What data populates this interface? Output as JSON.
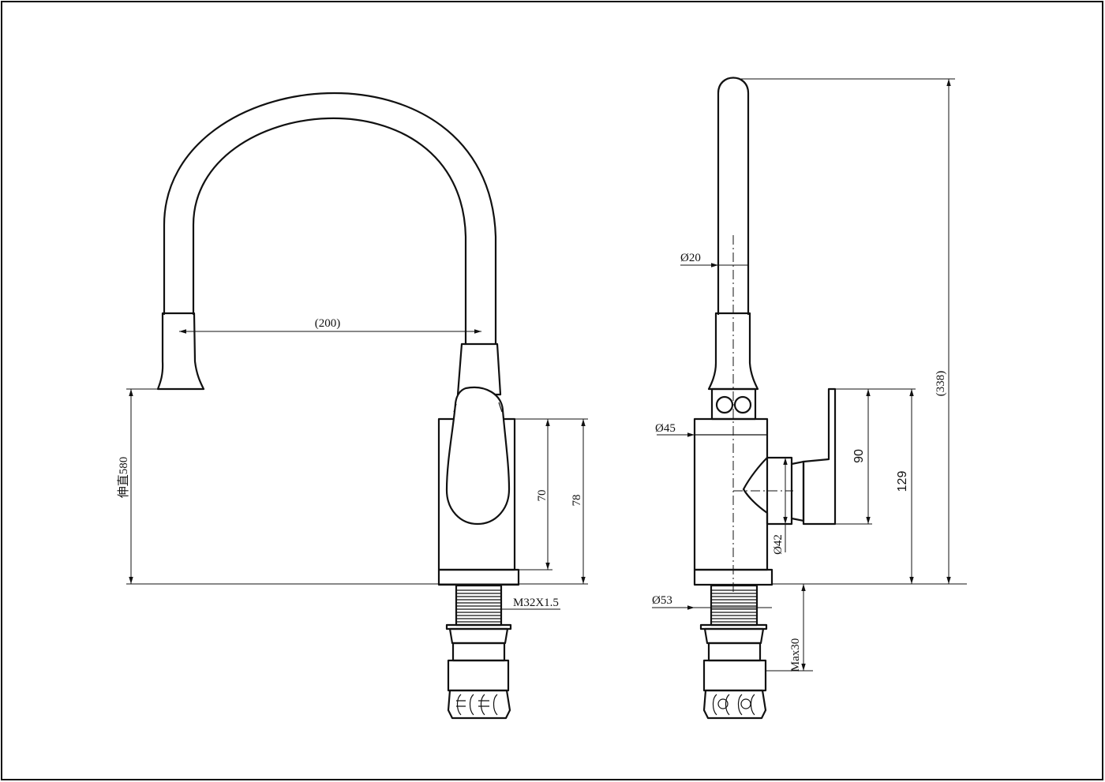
{
  "front_view": {
    "reach": "(200)",
    "extended_height": "伸直580",
    "handle_body_height": "70",
    "body_height": "78",
    "thread": "M32X1.5"
  },
  "side_view": {
    "spout_diameter": "Ø20",
    "body_diameter": "Ø45",
    "handle_diameter": "Ø42",
    "base_diameter": "Ø53",
    "handle_height": "90",
    "handle_total_height": "129",
    "overall_height": "(338)",
    "max_deck_thickness": "Max30"
  }
}
